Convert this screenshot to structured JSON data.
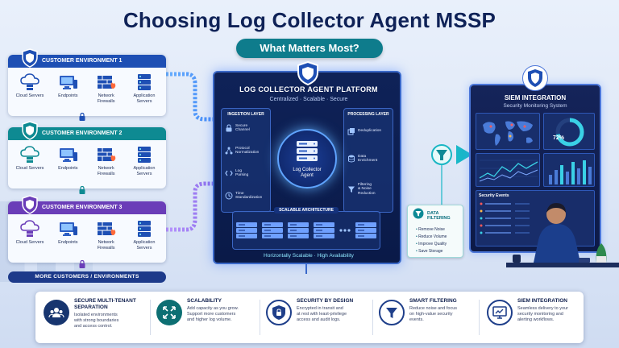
{
  "header": {
    "title": "Choosing Log Collector Agent MSSP",
    "subtitle": "What Matters Most?"
  },
  "environments": [
    {
      "label": "CUSTOMER ENVIRONMENT 1",
      "color": "#1e4fb4"
    },
    {
      "label": "CUSTOMER ENVIRONMENT 2",
      "color": "#0e8a92"
    },
    {
      "label": "CUSTOMER ENVIRONMENT 3",
      "color": "#6a3db8"
    }
  ],
  "env_items": {
    "cloud": "Cloud Servers",
    "endpoints": "Endpoints",
    "firewalls_1": "Network",
    "firewalls_2": "Firewalls",
    "apps_1": "Application",
    "apps_2": "Servers"
  },
  "more_customers": "MORE CUSTOMERS / ENVIRONMENTS",
  "platform": {
    "title": "LOG COLLECTOR AGENT PLATFORM",
    "subtitle": "Centralized  ·  Scalable  ·  Secure",
    "ingestion": {
      "title": "INGESTION LAYER",
      "rows": [
        {
          "l1": "Secure",
          "l2": "Channel"
        },
        {
          "l1": "Protocol",
          "l2": "Normalization"
        },
        {
          "l1": "Log",
          "l2": "Parsing"
        },
        {
          "l1": "Time",
          "l2": "Standardization"
        }
      ]
    },
    "processing": {
      "title": "PROCESSING LAYER",
      "rows": [
        {
          "l1": "Deduplication",
          "l2": ""
        },
        {
          "l1": "Data",
          "l2": "Enrichment"
        },
        {
          "l1": "Filtering",
          "l2": "& Noise",
          "l3": "Reduction"
        }
      ]
    },
    "core_l1": "Log Collector",
    "core_l2": "Agent",
    "arch_title": "SCALABLE ARCHITECTURE",
    "footer": "Horizontally Scalable  ·  High Availability"
  },
  "filtering": {
    "title": "DATA FILTERING",
    "items": [
      "Remove Noise",
      "Reduce Volume",
      "Improve Quality",
      "Save Storage"
    ]
  },
  "siem": {
    "title": "SIEM INTEGRATION",
    "subtitle": "Security Monitoring System",
    "donut_value": "72%",
    "donut_fraction": 0.72,
    "events_title": "Security Events"
  },
  "features": [
    {
      "t1": "SECURE MULTI-TENANT",
      "t2": "SEPARATION",
      "d": [
        "Isolated environments",
        "with strong boundaries",
        "and access control."
      ],
      "color": "#17356f",
      "icon": "users-shield-icon"
    },
    {
      "t1": "SCALABILITY",
      "t2": "",
      "d": [
        "Add capacity as you grow.",
        "Support more customers",
        "and higher log volume."
      ],
      "color": "#0d6f73",
      "icon": "expand-arrows-icon"
    },
    {
      "t1": "SECURITY BY DESIGN",
      "t2": "",
      "d": [
        "Encrypted in transit and",
        "at rest with least-privilege",
        "access and audit logs."
      ],
      "color": "#1f3f8a",
      "icon": "lock-shield-icon"
    },
    {
      "t1": "SMART FILTERING",
      "t2": "",
      "d": [
        "Reduce noise and focus",
        "on high-value security",
        "events."
      ],
      "color": "#1f3f8a",
      "icon": "funnel-icon"
    },
    {
      "t1": "SIEM INTEGRATION",
      "t2": "",
      "d": [
        "Seamless delivery to your",
        "security monitoring and",
        "alerting workflows."
      ],
      "color": "#1f3f8a",
      "icon": "monitor-chart-icon"
    }
  ]
}
